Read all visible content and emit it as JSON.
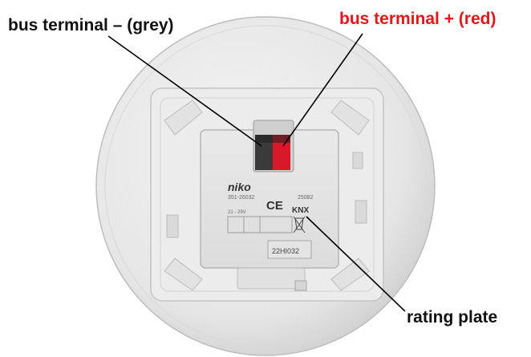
{
  "callouts": {
    "grey_terminal": "bus terminal – (grey)",
    "red_terminal": "bus terminal + (red)",
    "rating_plate": "rating plate"
  },
  "plate": {
    "brand": "niko",
    "article": "351-26032",
    "ref": "25082",
    "voltage": "21 - 29V ",
    "ce_mark": "CE",
    "knx_mark": "KNX",
    "serial": "22HI032"
  },
  "colors": {
    "callout_grey": "#111111",
    "callout_red": "#e0181c",
    "terminal_grey": "#3a3a3a",
    "terminal_red": "#d8192a",
    "leader": "#000000"
  }
}
